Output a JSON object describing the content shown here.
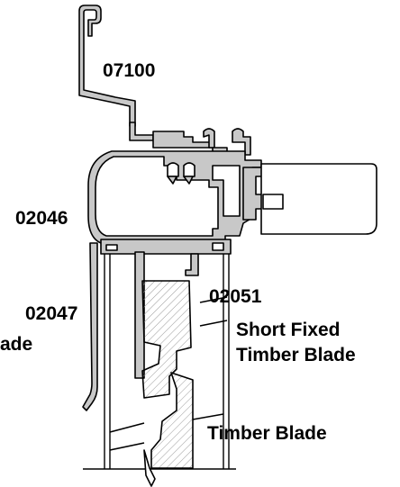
{
  "labels": {
    "part_07100": "07100",
    "part_02046": "02046",
    "part_02051": "02051",
    "part_02047": "02047",
    "cut_text": "ade",
    "short_fixed_line1": "Short Fixed",
    "short_fixed_line2": "Timber Blade",
    "timber_blade": "Timber Blade"
  },
  "colors": {
    "outline": "#000000",
    "metal_fill": "#c8c8c8",
    "timber_hatch": "#9a9a9a",
    "background": "#ffffff"
  }
}
